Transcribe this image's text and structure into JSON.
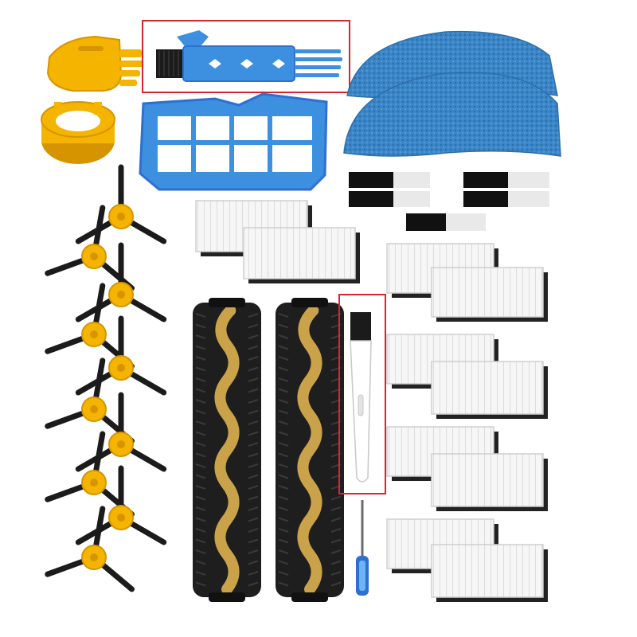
{
  "image": {
    "kind": "product-photo",
    "subject": "robot-vacuum-replacement-accessory-kit"
  },
  "colors": {
    "background": "#ffffff",
    "highlight_box": "#d9262c",
    "brush_yellow": "#f4b400",
    "brush_yellow_dark": "#d69500",
    "bristle_black": "#1b1b1b",
    "tool_blue": "#3d8fe0",
    "tool_blue_light": "#6fb3f2",
    "mop_blue": "#3a86c8",
    "mop_blue_dark": "#2d6ea8",
    "filter_white": "#f6f6f6",
    "filter_pleat": "#dcdcdc",
    "filter_black": "#222222",
    "roller_gold": "#c9a24a",
    "roller_black": "#1e1e1e",
    "screwdriver_blue": "#2f6fd1",
    "tape_label": "#e9e9e9"
  },
  "items": {
    "cleaning_tool_yellow": {
      "count": 1
    },
    "cleaning_tool_blue": {
      "count": 1,
      "highlighted": true
    },
    "brush_remover_ring": {
      "count": 1
    },
    "primary_filter_frame": {
      "count": 1
    },
    "mop_pads": {
      "count": 2
    },
    "adhesive_strips": {
      "count": 5
    },
    "hepa_filters": {
      "count": 10
    },
    "side_brushes": {
      "count": 10
    },
    "main_roller_brushes": {
      "count": 2
    },
    "handheld_brush": {
      "count": 1,
      "highlighted": true
    },
    "screwdriver": {
      "count": 1
    }
  }
}
